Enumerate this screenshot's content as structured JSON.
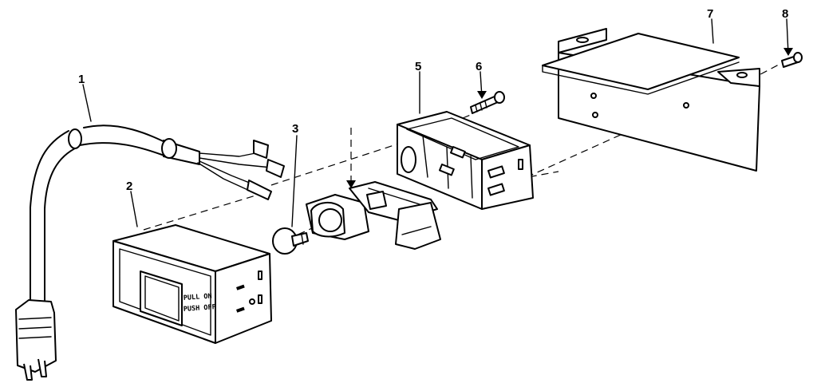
{
  "callouts": [
    {
      "id": "1"
    },
    {
      "id": "2"
    },
    {
      "id": "3"
    },
    {
      "id": "5"
    },
    {
      "id": "6"
    },
    {
      "id": "7"
    },
    {
      "id": "8"
    }
  ],
  "switch_panel": {
    "line1": "PULL ON",
    "line2": "PUSH OFF"
  }
}
